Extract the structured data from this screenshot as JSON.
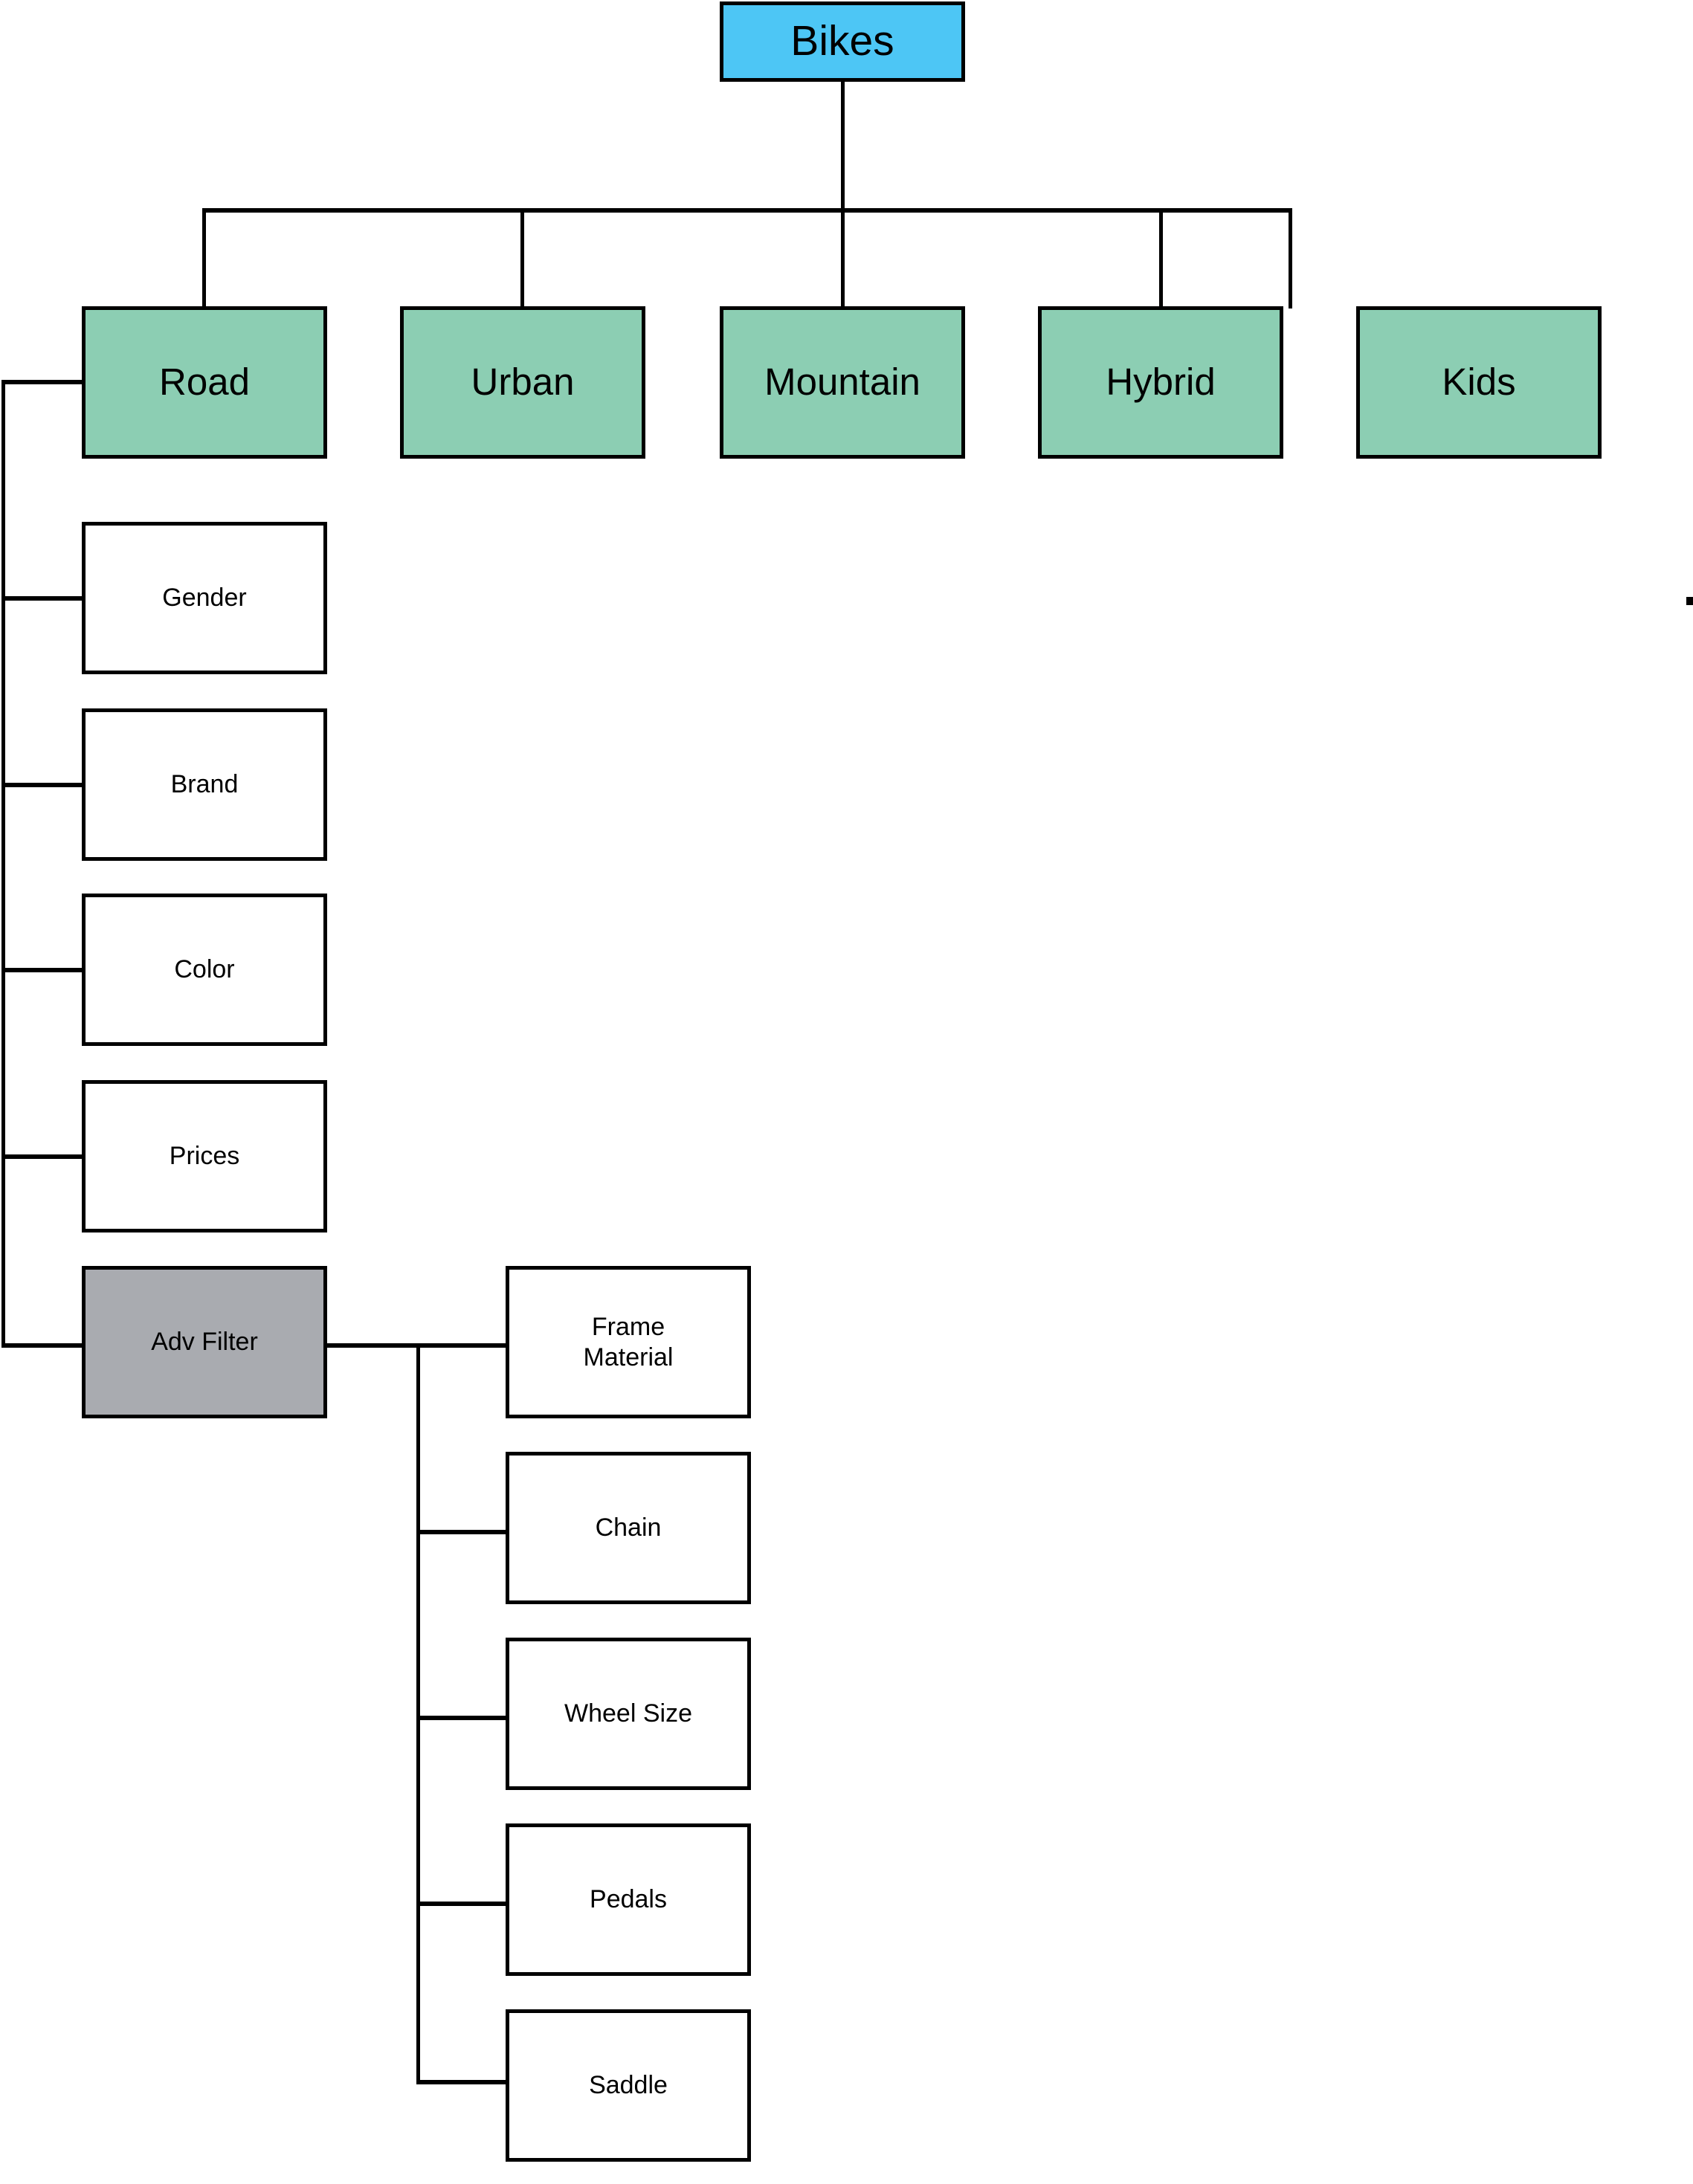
{
  "diagram": {
    "title": "Bikes category tree",
    "colors": {
      "root_fill": "#4DC6F5",
      "category_fill": "#8CCEB3",
      "leaf_fill": "#FFFFFF",
      "advanced_fill": "#A9ABB0",
      "stroke": "#000000",
      "background": "#FFFFFF"
    },
    "root": {
      "label": "Bikes"
    },
    "categories": [
      {
        "label": "Road"
      },
      {
        "label": "Urban"
      },
      {
        "label": "Mountain"
      },
      {
        "label": "Hybrid"
      },
      {
        "label": "Kids"
      }
    ],
    "road_filters": [
      {
        "label": "Gender"
      },
      {
        "label": "Brand"
      },
      {
        "label": "Color"
      },
      {
        "label": "Prices"
      }
    ],
    "advanced_filter": {
      "label": "Adv Filter"
    },
    "advanced_filter_children": [
      {
        "label": "Frame\nMaterial",
        "line1": "Frame",
        "line2": "Material"
      },
      {
        "label": "Chain"
      },
      {
        "label": "Wheel Size"
      },
      {
        "label": "Pedals"
      },
      {
        "label": "Saddle"
      }
    ]
  }
}
